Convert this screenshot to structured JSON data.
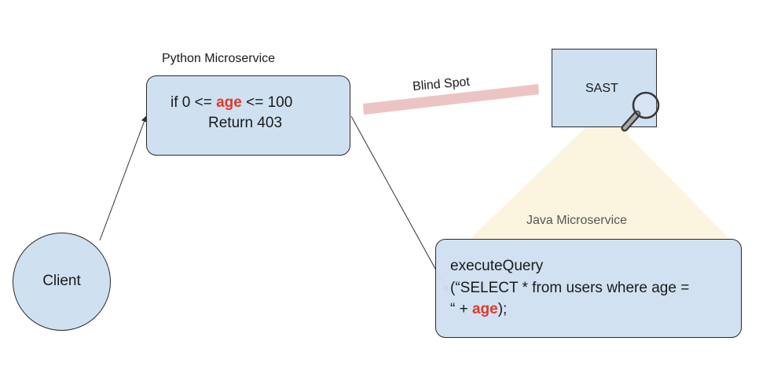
{
  "python_service": {
    "title": "Python Microservice",
    "code_line1_prefix": "if 0 <= ",
    "code_line1_var": "age",
    "code_line1_suffix": " <= 100",
    "code_line2": "Return 403"
  },
  "blind_spot": {
    "label": "Blind Spot"
  },
  "sast": {
    "label": "SAST",
    "icon": "magnifier-icon"
  },
  "java_service": {
    "title": "Java Microservice",
    "code_line1": "executeQuery",
    "code_line2": "(“SELECT  * from users where age =",
    "code_line3_prefix": "“ + ",
    "code_line3_var": "age",
    "code_line3_suffix": ");"
  },
  "client": {
    "label": "Client"
  },
  "colors": {
    "box_fill": "#cfe0f1",
    "highlight": "#e0392b",
    "blind_spot_band": "#ecc4c4",
    "scan_cone": "#fbf4dc"
  }
}
